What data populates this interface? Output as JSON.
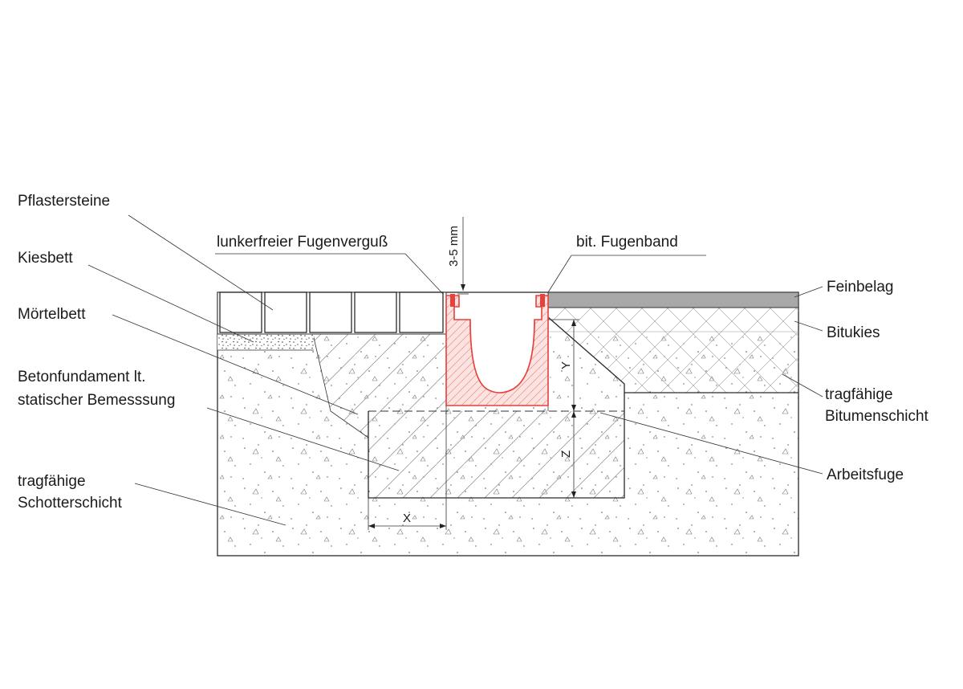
{
  "labels": {
    "pflastersteine": "Pflastersteine",
    "kiesbett": "Kiesbett",
    "moertelbett": "Mörtelbett",
    "beton_line1": "Betonfundament lt.",
    "beton_line2": "statischer Bemesssung",
    "schotter_line1": "tragfähige",
    "schotter_line2": "Schotterschicht",
    "fugenverguss": "lunkerfreier Fugenverguß",
    "fugenband": "bit. Fugenband",
    "feinbelag": "Feinbelag",
    "bitukies": "Bitukies",
    "bitumen_line1": "tragfähige",
    "bitumen_line2": "Bitumenschicht",
    "arbeitsfuge": "Arbeitsfuge"
  },
  "dimensions": {
    "gap": "3-5 mm",
    "x": "X",
    "y": "Y",
    "z": "Z"
  },
  "colors": {
    "channel": "#e8403a",
    "channel_fill": "#fbe3e1",
    "feinbelag": "#a8a8a8",
    "line": "#2a2a2a"
  }
}
